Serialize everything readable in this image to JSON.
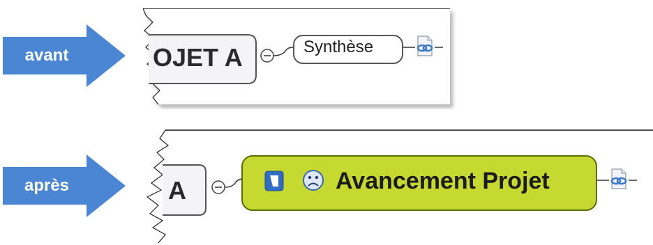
{
  "labels": {
    "before": "avant",
    "after": "après"
  },
  "colors": {
    "arrow_blue": "#4a86d4",
    "topic_green": "#c5d930",
    "topic_border": "#5a6e00"
  },
  "before_map": {
    "central_topic": "OJET A",
    "subtopic": "Synthèse",
    "collapse_glyph": "−",
    "attachment_icon": "attachment-link-icon"
  },
  "after_map": {
    "central_topic": "A",
    "subtopic": "Avancement Projet",
    "collapse_glyph": "−",
    "flag_icon": "blue-flag-icon",
    "emoji_icon": "sad-face-icon",
    "attachment_icon": "attachment-link-icon"
  }
}
